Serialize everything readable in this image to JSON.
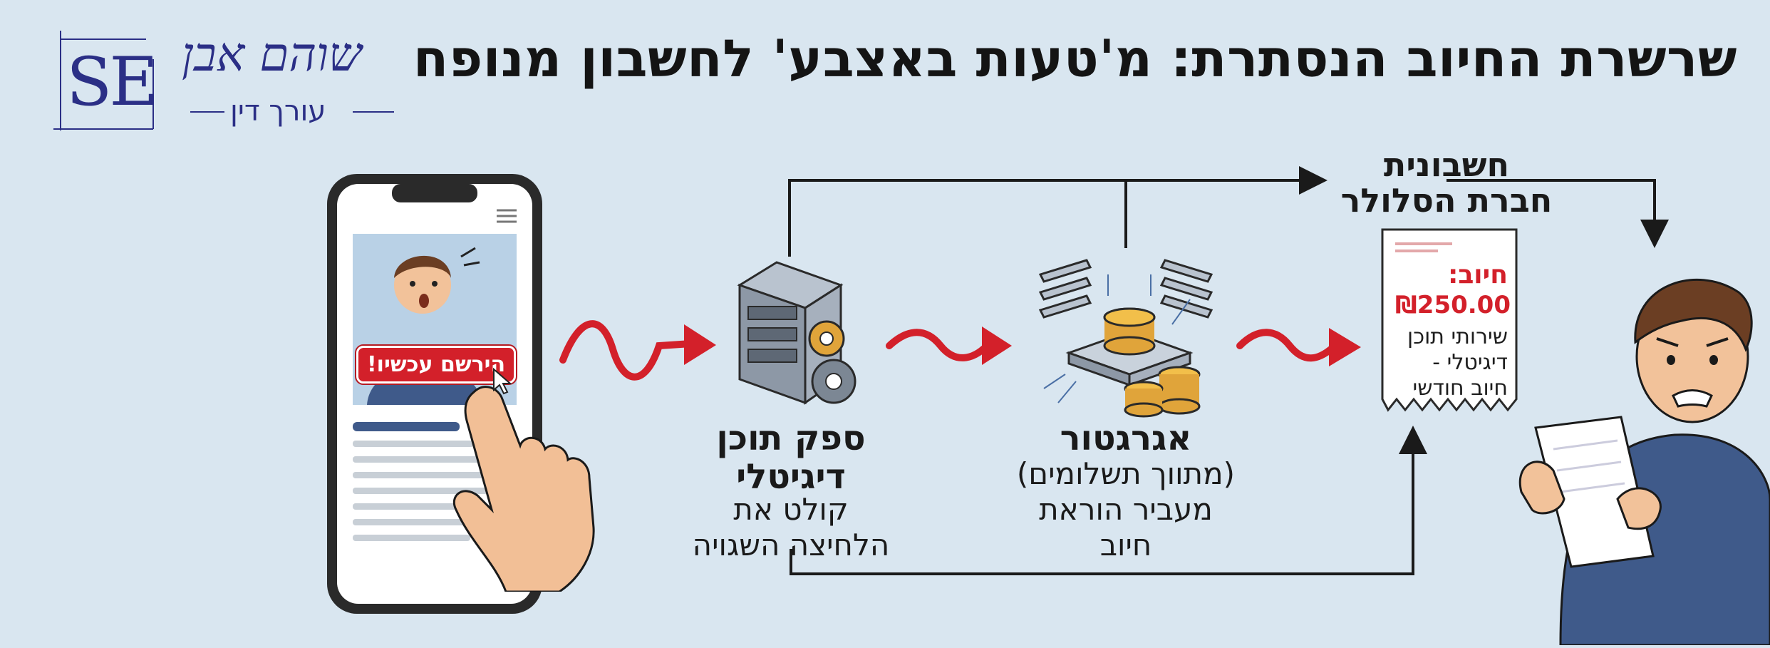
{
  "title": "שרשרת החיוב הנסתרת: מ'טעות באצבע' לחשבון מנופח",
  "logo": {
    "initials": "SE",
    "name": "שוהם אבן",
    "subtitle": "עורך דין"
  },
  "phone": {
    "cta_button": "הירשם עכשיו!"
  },
  "nodes": {
    "provider": {
      "title": "ספק תוכן דיגיטלי",
      "desc_line1": "קולט את",
      "desc_line2": "הלחיצה השגויה"
    },
    "aggregator": {
      "title": "אגרגטור",
      "desc_line1": "(מתווך תשלומים)",
      "desc_line2": "מעביר הוראת",
      "desc_line3": "חיוב"
    },
    "invoice": {
      "title_line1": "חשבונית",
      "title_line2": "חברת הסלולר",
      "charge_label": "חיוב:",
      "amount": "₪250.00",
      "detail_line1": "שירותי תוכן",
      "detail_line2": "דיגיטלי -",
      "detail_line3": "חיוב חודשי"
    }
  },
  "colors": {
    "accent_red": "#d3202a",
    "brand_navy": "#2b2f86",
    "background": "#d9e6f0"
  },
  "icons": [
    "smartphone-icon",
    "finger-tap-icon",
    "server-gears-icon",
    "aggregator-coins-icon",
    "receipt-icon",
    "worried-man-icon"
  ]
}
